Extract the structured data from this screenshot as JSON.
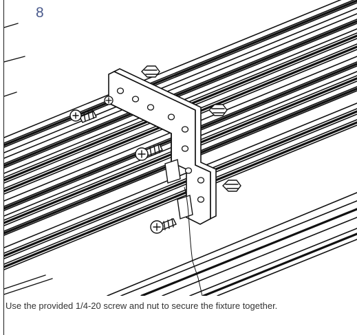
{
  "step": {
    "number": "8",
    "number_color": "#4a5a8c"
  },
  "caption": {
    "text": "Use the provided 1/4-20 screw and nut to secure the fixture together."
  },
  "illustration": {
    "icon": "aluminum-extrusion-bracket-assembly-drawing"
  }
}
